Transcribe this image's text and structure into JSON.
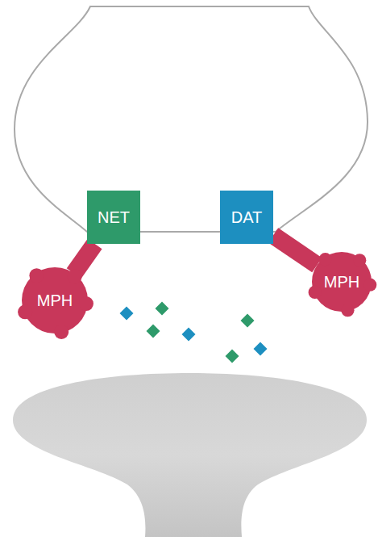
{
  "diagram": {
    "nodes": [
      {
        "text": [
          "NET"
        ]
      },
      {
        "text": [
          "DAT"
        ]
      },
      {
        "text": [
          "MPH"
        ]
      },
      {
        "text": [
          "MPH"
        ]
      }
    ],
    "edges": [
      {
        "from": 2,
        "to": 0,
        "arrow": "none"
      },
      {
        "from": 3,
        "to": 1,
        "arrow": "none"
      }
    ]
  }
}
